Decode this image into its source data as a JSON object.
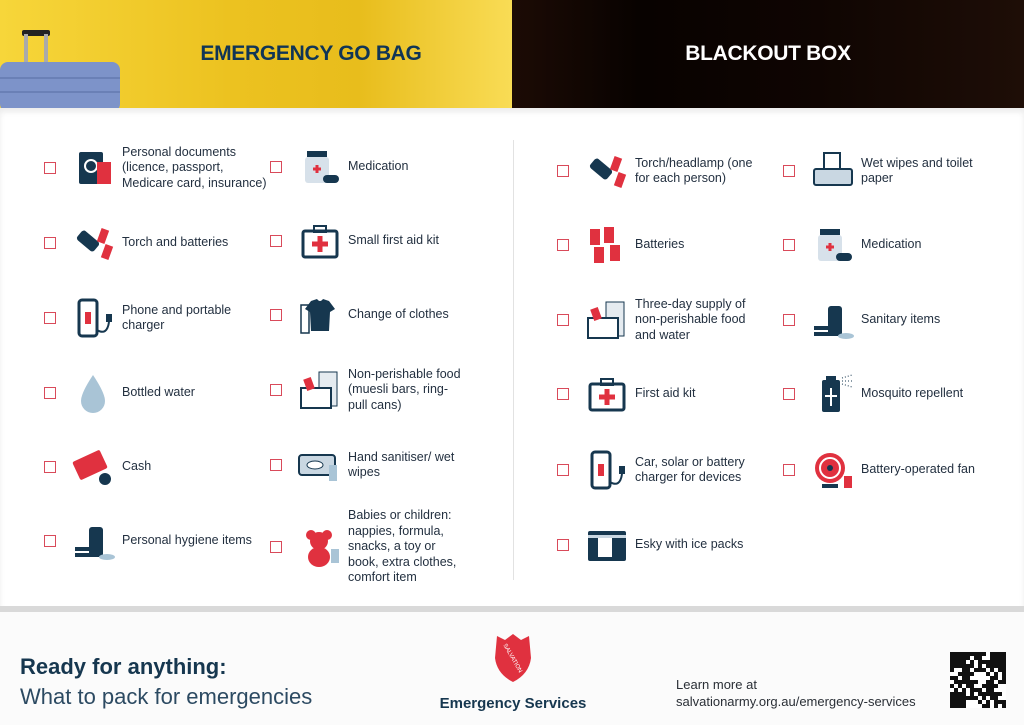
{
  "header": {
    "left_title": "EMERGENCY GO BAG",
    "right_title": "BLACKOUT BOX"
  },
  "go_bag": {
    "col1": [
      {
        "label": "Personal documents (licence, passport, Medicare card, insurance)",
        "icon": "passport-icon"
      },
      {
        "label": "Torch and batteries",
        "icon": "torch-icon"
      },
      {
        "label": "Phone and portable charger",
        "icon": "phone-charger-icon"
      },
      {
        "label": "Bottled water",
        "icon": "water-drop-icon"
      },
      {
        "label": "Cash",
        "icon": "cash-icon"
      },
      {
        "label": "Personal hygiene items",
        "icon": "hygiene-icon"
      }
    ],
    "col2": [
      {
        "label": "Medication",
        "icon": "medication-icon"
      },
      {
        "label": "Small first aid kit",
        "icon": "first-aid-icon"
      },
      {
        "label": "Change of clothes",
        "icon": "clothes-icon"
      },
      {
        "label": "Non-perishable food (muesli bars, ring-pull cans)",
        "icon": "food-icon"
      },
      {
        "label": "Hand sanitiser/ wet wipes",
        "icon": "sanitiser-icon"
      },
      {
        "label": "Babies or children: nappies, formula, snacks, a toy or book, extra clothes, comfort item",
        "icon": "teddy-bear-icon"
      }
    ]
  },
  "blackout_box": {
    "col1": [
      {
        "label": "Torch/headlamp (one for each person)",
        "icon": "torch-icon"
      },
      {
        "label": "Batteries",
        "icon": "batteries-icon"
      },
      {
        "label": "Three-day supply of non-perishable food and water",
        "icon": "food-icon"
      },
      {
        "label": "First aid kit",
        "icon": "first-aid-icon"
      },
      {
        "label": "Car, solar or battery charger for devices",
        "icon": "phone-charger-icon"
      },
      {
        "label": "Esky with ice packs",
        "icon": "esky-icon"
      }
    ],
    "col2": [
      {
        "label": "Wet wipes and toilet paper",
        "icon": "toilet-paper-icon"
      },
      {
        "label": "Medication",
        "icon": "medication-icon"
      },
      {
        "label": "Sanitary items",
        "icon": "hygiene-icon"
      },
      {
        "label": "Mosquito repellent",
        "icon": "spray-icon"
      },
      {
        "label": "Battery-operated fan",
        "icon": "fan-icon"
      }
    ]
  },
  "footer": {
    "headline": "Ready for anything:",
    "subline": "What to pack for emergencies",
    "logo_text": "THE SALVATION ARMY",
    "org": "Emergency Services",
    "learn_more": "Learn more at",
    "url": "salvationarmy.org.au/emergency-services"
  },
  "colors": {
    "navy": "#16374f",
    "red": "#e0313f",
    "yellow": "#ecc220"
  }
}
